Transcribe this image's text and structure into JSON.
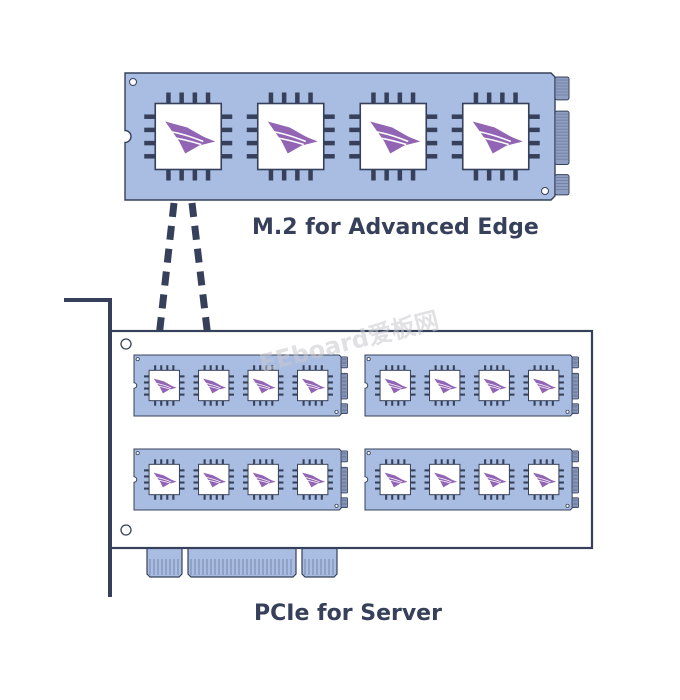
{
  "labels": {
    "m2": "M.2 for  Advanced Edge",
    "pcie": "PCIe for Server"
  },
  "watermark": "EEboard爱板网",
  "colors": {
    "board_fill": "#a9bde2",
    "outline": "#36405a",
    "chip_fill": "#ffffff",
    "logo": "#9264b4",
    "connector_fill": "#8f9fc4",
    "background": "#ffffff"
  },
  "m2_card": {
    "chip_count": 4,
    "chip_icon": "eagle-logo-icon"
  },
  "pcie_card": {
    "module_rows": 2,
    "modules_per_row": 2,
    "chips_per_module": 4,
    "chip_icon": "eagle-logo-icon"
  }
}
